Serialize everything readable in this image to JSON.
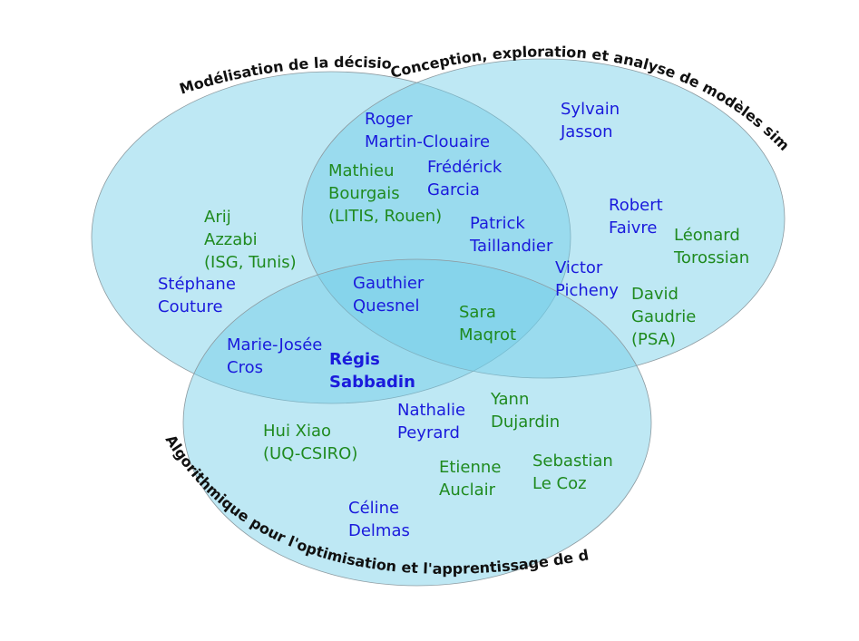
{
  "colors": {
    "circle_fill": "#6fcde6",
    "blue": "#1a1adc",
    "green": "#1f8a1f",
    "black": "#111111"
  },
  "diagram": {
    "labels": {
      "decision_model": "Modélisation de la décision",
      "simulated_models": "Conception, exploration et analyse de modèles simulés",
      "algorithms": "Algorithmique pour l'optimisation et l'apprentissage de décision"
    },
    "people": [
      {
        "id": "roger",
        "lines": [
          "Roger",
          "Martin-Clouaire"
        ],
        "color": "blue",
        "bold": false
      },
      {
        "id": "mathieu",
        "lines": [
          "Mathieu",
          "Bourgais",
          "(LITIS, Rouen)"
        ],
        "color": "green",
        "bold": false
      },
      {
        "id": "frederick",
        "lines": [
          "Frédérick",
          "Garcia"
        ],
        "color": "blue",
        "bold": false
      },
      {
        "id": "sylvain",
        "lines": [
          "Sylvain",
          "Jasson"
        ],
        "color": "blue",
        "bold": false
      },
      {
        "id": "robert",
        "lines": [
          "Robert",
          "Faivre"
        ],
        "color": "blue",
        "bold": false
      },
      {
        "id": "leonard",
        "lines": [
          "Léonard",
          "Torossian"
        ],
        "color": "green",
        "bold": false
      },
      {
        "id": "patrick",
        "lines": [
          "Patrick",
          "Taillandier"
        ],
        "color": "blue",
        "bold": false
      },
      {
        "id": "arij",
        "lines": [
          "Arij",
          "Azzabi",
          "(ISG, Tunis)"
        ],
        "color": "green",
        "bold": false
      },
      {
        "id": "stephane",
        "lines": [
          "Stéphane",
          "Couture"
        ],
        "color": "blue",
        "bold": false
      },
      {
        "id": "gauthier",
        "lines": [
          "Gauthier",
          "Quesnel"
        ],
        "color": "blue",
        "bold": false
      },
      {
        "id": "victor",
        "lines": [
          "Victor",
          "Picheny"
        ],
        "color": "blue",
        "bold": false
      },
      {
        "id": "david",
        "lines": [
          "David",
          "Gaudrie",
          "(PSA)"
        ],
        "color": "green",
        "bold": false
      },
      {
        "id": "sara",
        "lines": [
          "Sara",
          "Maqrot"
        ],
        "color": "green",
        "bold": false
      },
      {
        "id": "mariejosee",
        "lines": [
          "Marie-Josée",
          "Cros"
        ],
        "color": "blue",
        "bold": false
      },
      {
        "id": "regis",
        "lines": [
          "Régis",
          "Sabbadin"
        ],
        "color": "blue",
        "bold": true
      },
      {
        "id": "yann",
        "lines": [
          "Yann",
          "Dujardin"
        ],
        "color": "green",
        "bold": false
      },
      {
        "id": "nathalie",
        "lines": [
          "Nathalie",
          "Peyrard"
        ],
        "color": "blue",
        "bold": false
      },
      {
        "id": "huixiao",
        "lines": [
          "Hui Xiao",
          "(UQ-CSIRO)"
        ],
        "color": "green",
        "bold": false
      },
      {
        "id": "sebastian",
        "lines": [
          "Sebastian",
          "Le Coz"
        ],
        "color": "green",
        "bold": false
      },
      {
        "id": "etienne",
        "lines": [
          "Etienne",
          "Auclair"
        ],
        "color": "green",
        "bold": false
      },
      {
        "id": "celine",
        "lines": [
          "Céline",
          "Delmas"
        ],
        "color": "blue",
        "bold": false
      }
    ]
  }
}
